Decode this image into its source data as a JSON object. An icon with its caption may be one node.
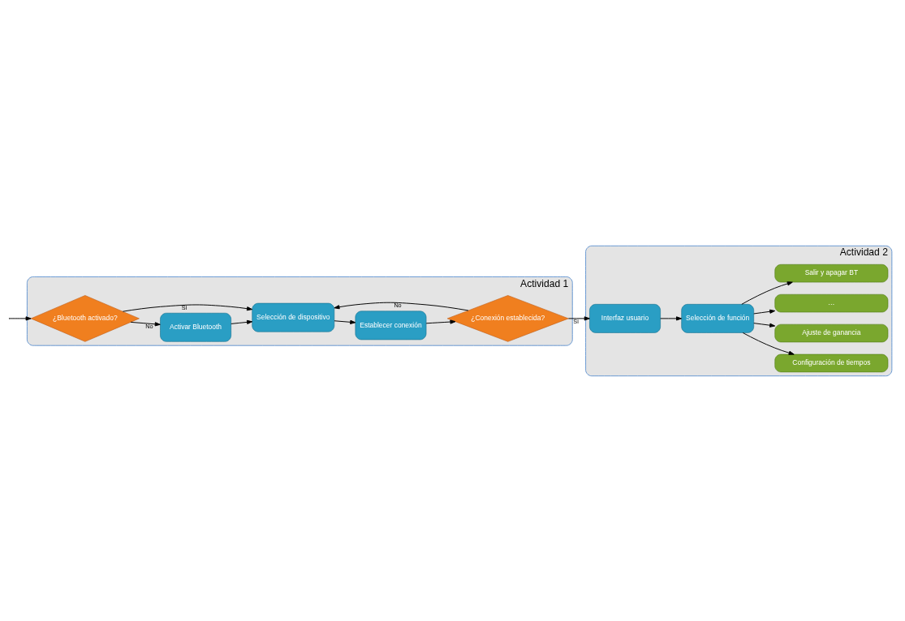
{
  "diagram": {
    "nodes": [
      {
        "text": [
          "Actividad 1"
        ]
      },
      {
        "text": [
          "¿Bluetooth activado?"
        ],
        "in": 0
      },
      {
        "text": [
          "Activar Bluetooth"
        ],
        "in": 0
      },
      {
        "text": [
          "Selección de dispositivo"
        ],
        "in": 0
      },
      {
        "text": [
          "Establecer conexión"
        ],
        "in": 0
      },
      {
        "text": [
          "¿Conexión establecida?"
        ],
        "in": 0
      },
      {
        "text": [
          "Actividad 2"
        ]
      },
      {
        "text": [
          "Interfaz usuario"
        ],
        "in": 6
      },
      {
        "text": [
          "Selección de función"
        ],
        "in": 6
      },
      {
        "text": [
          "Configuración de tiempos"
        ],
        "in": 6
      },
      {
        "text": [
          "Ajuste de ganancia"
        ],
        "in": 6
      },
      {
        "text": [
          "…"
        ],
        "in": 6
      },
      {
        "text": [
          "Salir y apagar BT"
        ],
        "in": 6
      }
    ],
    "edges": [
      {
        "from": null,
        "to": 1,
        "arrow": "to"
      },
      {
        "from": 1,
        "to": 2,
        "arrow": "to",
        "label": "No"
      },
      {
        "from": 1,
        "to": 3,
        "arrow": "to",
        "label": "Si"
      },
      {
        "from": 2,
        "to": 3,
        "arrow": "to"
      },
      {
        "from": 3,
        "to": 4,
        "arrow": "to"
      },
      {
        "from": 4,
        "to": 5,
        "arrow": "to"
      },
      {
        "from": 5,
        "to": 3,
        "arrow": "to",
        "label": "No"
      },
      {
        "from": 5,
        "to": 7,
        "arrow": "to",
        "label": "Si"
      },
      {
        "from": 7,
        "to": 8,
        "arrow": "to"
      },
      {
        "from": 8,
        "to": 9,
        "arrow": "to"
      },
      {
        "from": 8,
        "to": 10,
        "arrow": "to"
      },
      {
        "from": 8,
        "to": 11,
        "arrow": "to"
      },
      {
        "from": 8,
        "to": 12,
        "arrow": "to"
      }
    ]
  }
}
